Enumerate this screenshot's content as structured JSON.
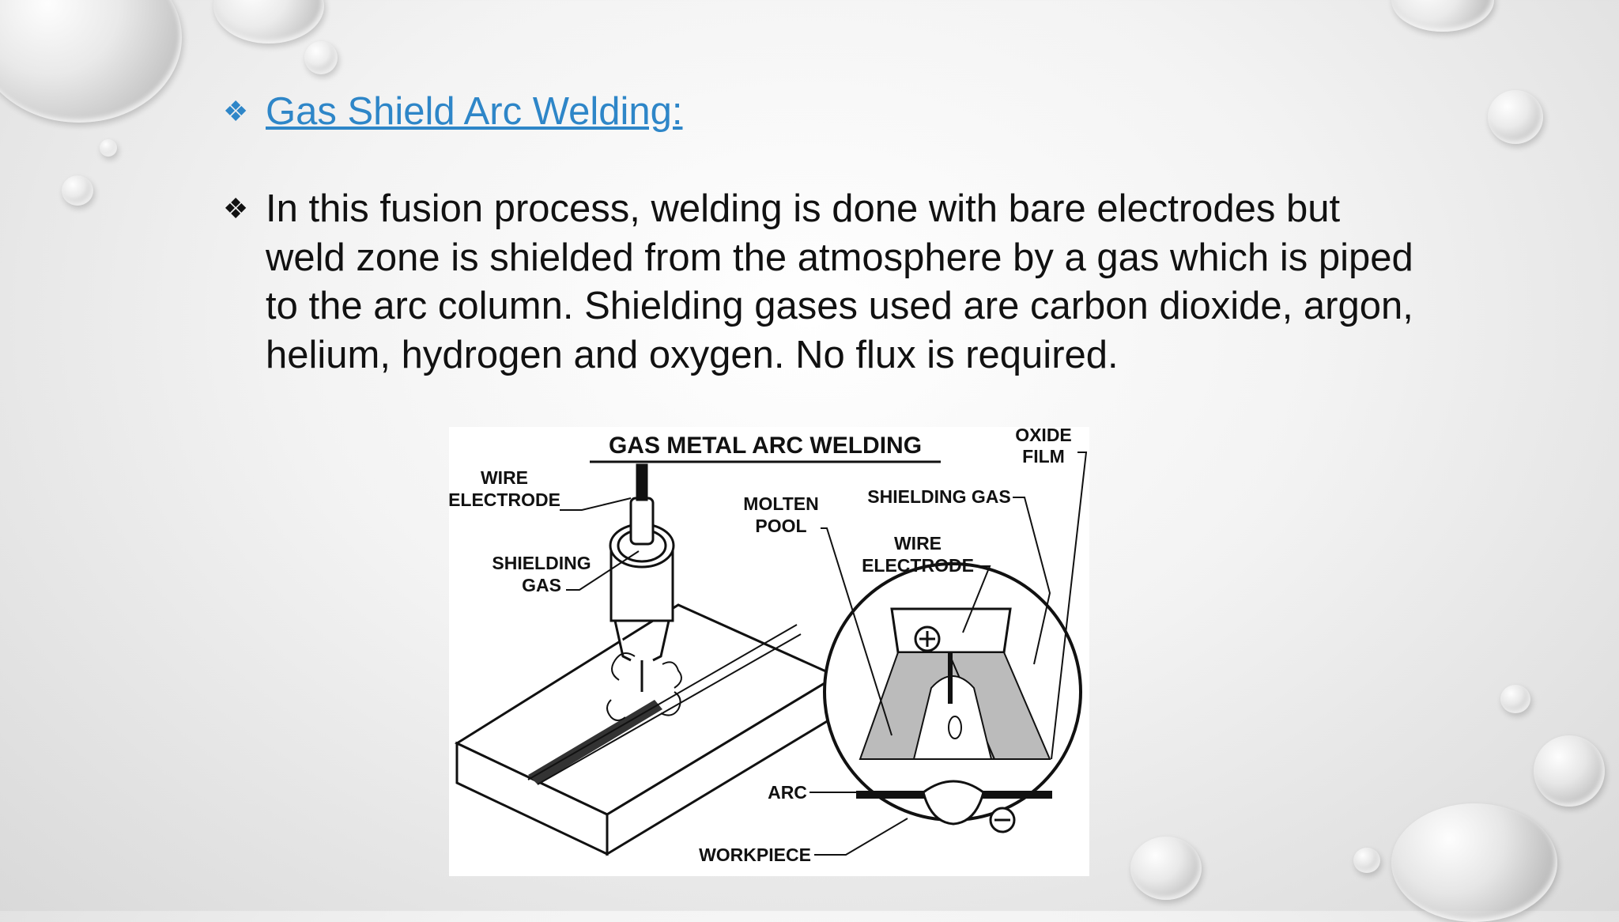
{
  "slide": {
    "heading": "Gas Shield Arc Welding:",
    "bullet_symbol": "❖",
    "paragraph": "In this fusion process, welding is done with bare electrodes but weld zone is shielded from the atmosphere by a gas which is piped to the arc column. Shielding gases used are carbon dioxide, argon, helium, hydrogen and oxygen. No flux is required."
  },
  "diagram": {
    "title": "GAS METAL ARC WELDING",
    "labels": {
      "wire_electrode_1": "WIRE",
      "wire_electrode_2": "ELECTRODE",
      "shielding_gas_left_1": "SHIELDING",
      "shielding_gas_left_2": "GAS",
      "molten_pool_1": "MOLTEN",
      "molten_pool_2": "POOL",
      "shielding_gas_right": "SHIELDING GAS",
      "oxide_film_1": "OXIDE",
      "oxide_film_2": "FILM",
      "wire_electrode_right_1": "WIRE",
      "wire_electrode_right_2": "ELECTRODE",
      "arc": "ARC",
      "workpiece": "WORKPIECE",
      "plus": "⊕",
      "minus": "⊖"
    }
  },
  "colors": {
    "heading": "#2e86c8",
    "text": "#111111"
  }
}
